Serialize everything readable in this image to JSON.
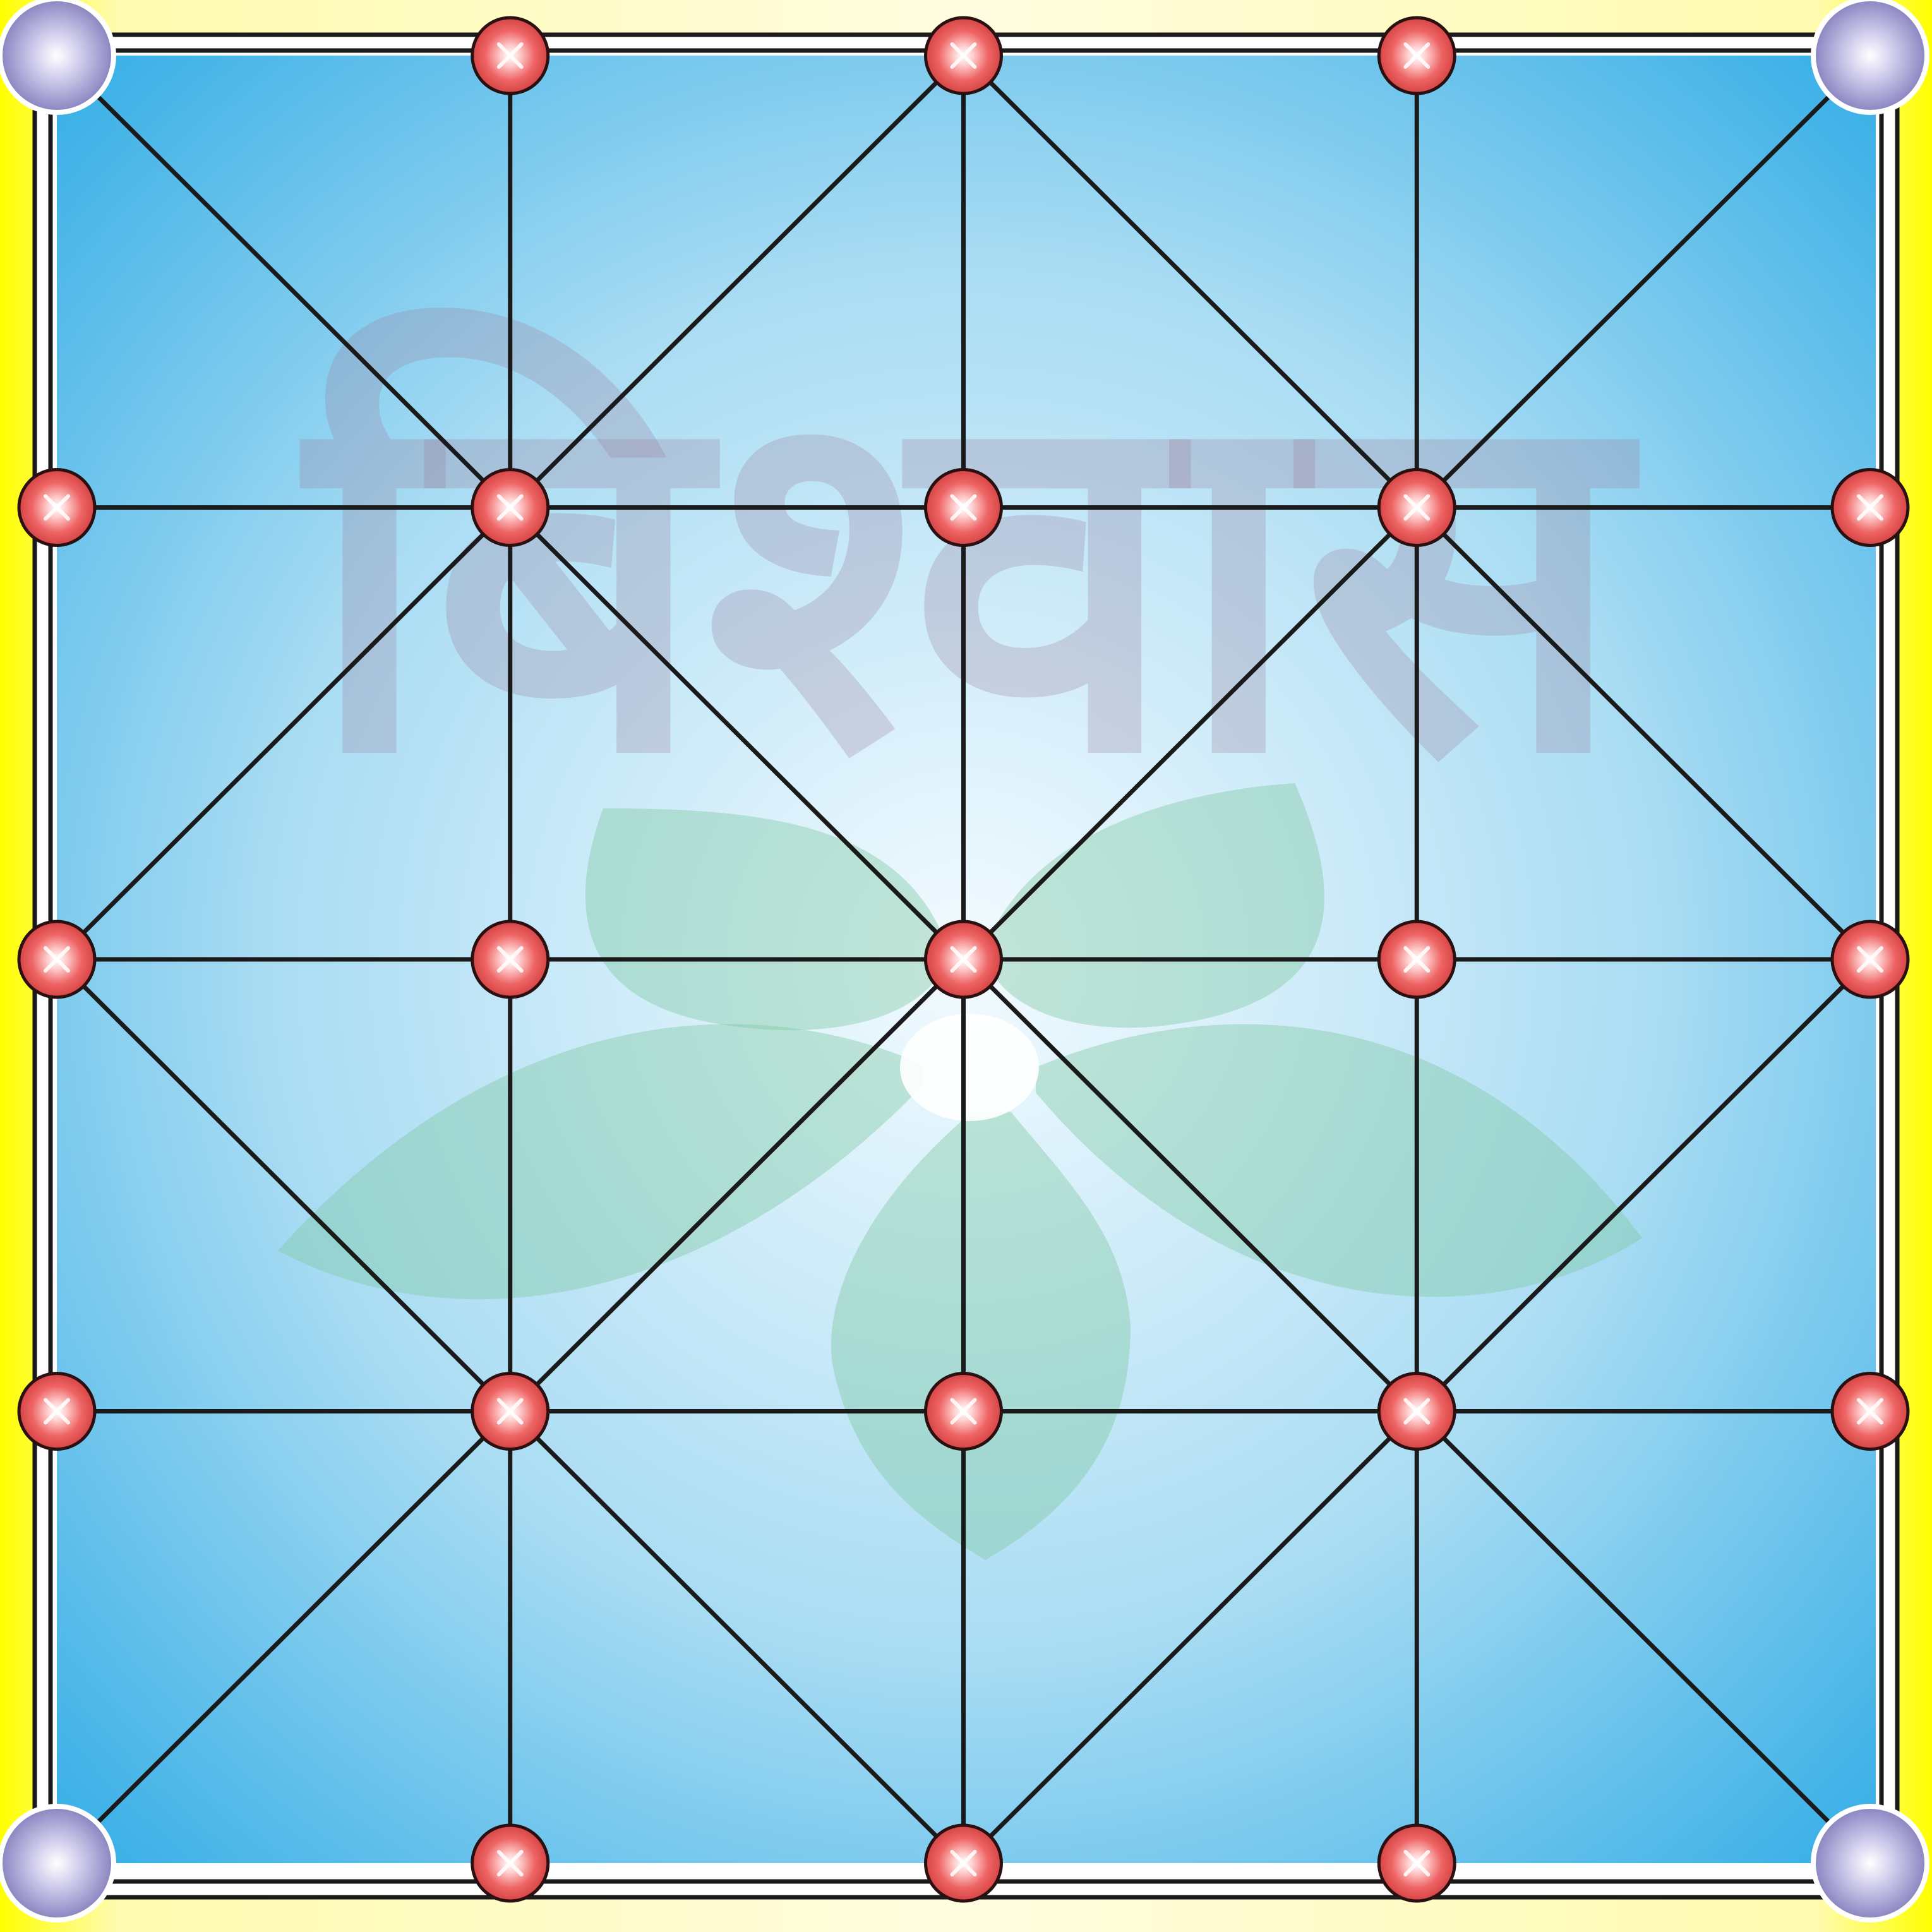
{
  "board": {
    "grid_size": 5,
    "watermark_text": "बिश्वास",
    "colors": {
      "board_light": "#eaf6fd",
      "board_dark": "#3db2e8",
      "line": "#1a1a1a",
      "red_piece": "#e74c4c",
      "blue_piece": "#8e88c4",
      "leaf": "#7fc7a2"
    },
    "pieces": [
      {
        "row": 0,
        "col": 0,
        "color": "blue"
      },
      {
        "row": 0,
        "col": 1,
        "color": "red"
      },
      {
        "row": 0,
        "col": 2,
        "color": "red"
      },
      {
        "row": 0,
        "col": 3,
        "color": "red"
      },
      {
        "row": 0,
        "col": 4,
        "color": "blue"
      },
      {
        "row": 1,
        "col": 0,
        "color": "red"
      },
      {
        "row": 1,
        "col": 1,
        "color": "red"
      },
      {
        "row": 1,
        "col": 2,
        "color": "red"
      },
      {
        "row": 1,
        "col": 3,
        "color": "red"
      },
      {
        "row": 1,
        "col": 4,
        "color": "red"
      },
      {
        "row": 2,
        "col": 0,
        "color": "red"
      },
      {
        "row": 2,
        "col": 1,
        "color": "red"
      },
      {
        "row": 2,
        "col": 2,
        "color": "red"
      },
      {
        "row": 2,
        "col": 3,
        "color": "red"
      },
      {
        "row": 2,
        "col": 4,
        "color": "red"
      },
      {
        "row": 3,
        "col": 0,
        "color": "red"
      },
      {
        "row": 3,
        "col": 1,
        "color": "red"
      },
      {
        "row": 3,
        "col": 2,
        "color": "red"
      },
      {
        "row": 3,
        "col": 3,
        "color": "red"
      },
      {
        "row": 3,
        "col": 4,
        "color": "red"
      },
      {
        "row": 4,
        "col": 0,
        "color": "blue"
      },
      {
        "row": 4,
        "col": 1,
        "color": "red"
      },
      {
        "row": 4,
        "col": 2,
        "color": "red"
      },
      {
        "row": 4,
        "col": 3,
        "color": "red"
      },
      {
        "row": 4,
        "col": 4,
        "color": "blue"
      }
    ]
  },
  "footer": {
    "caption": ""
  }
}
